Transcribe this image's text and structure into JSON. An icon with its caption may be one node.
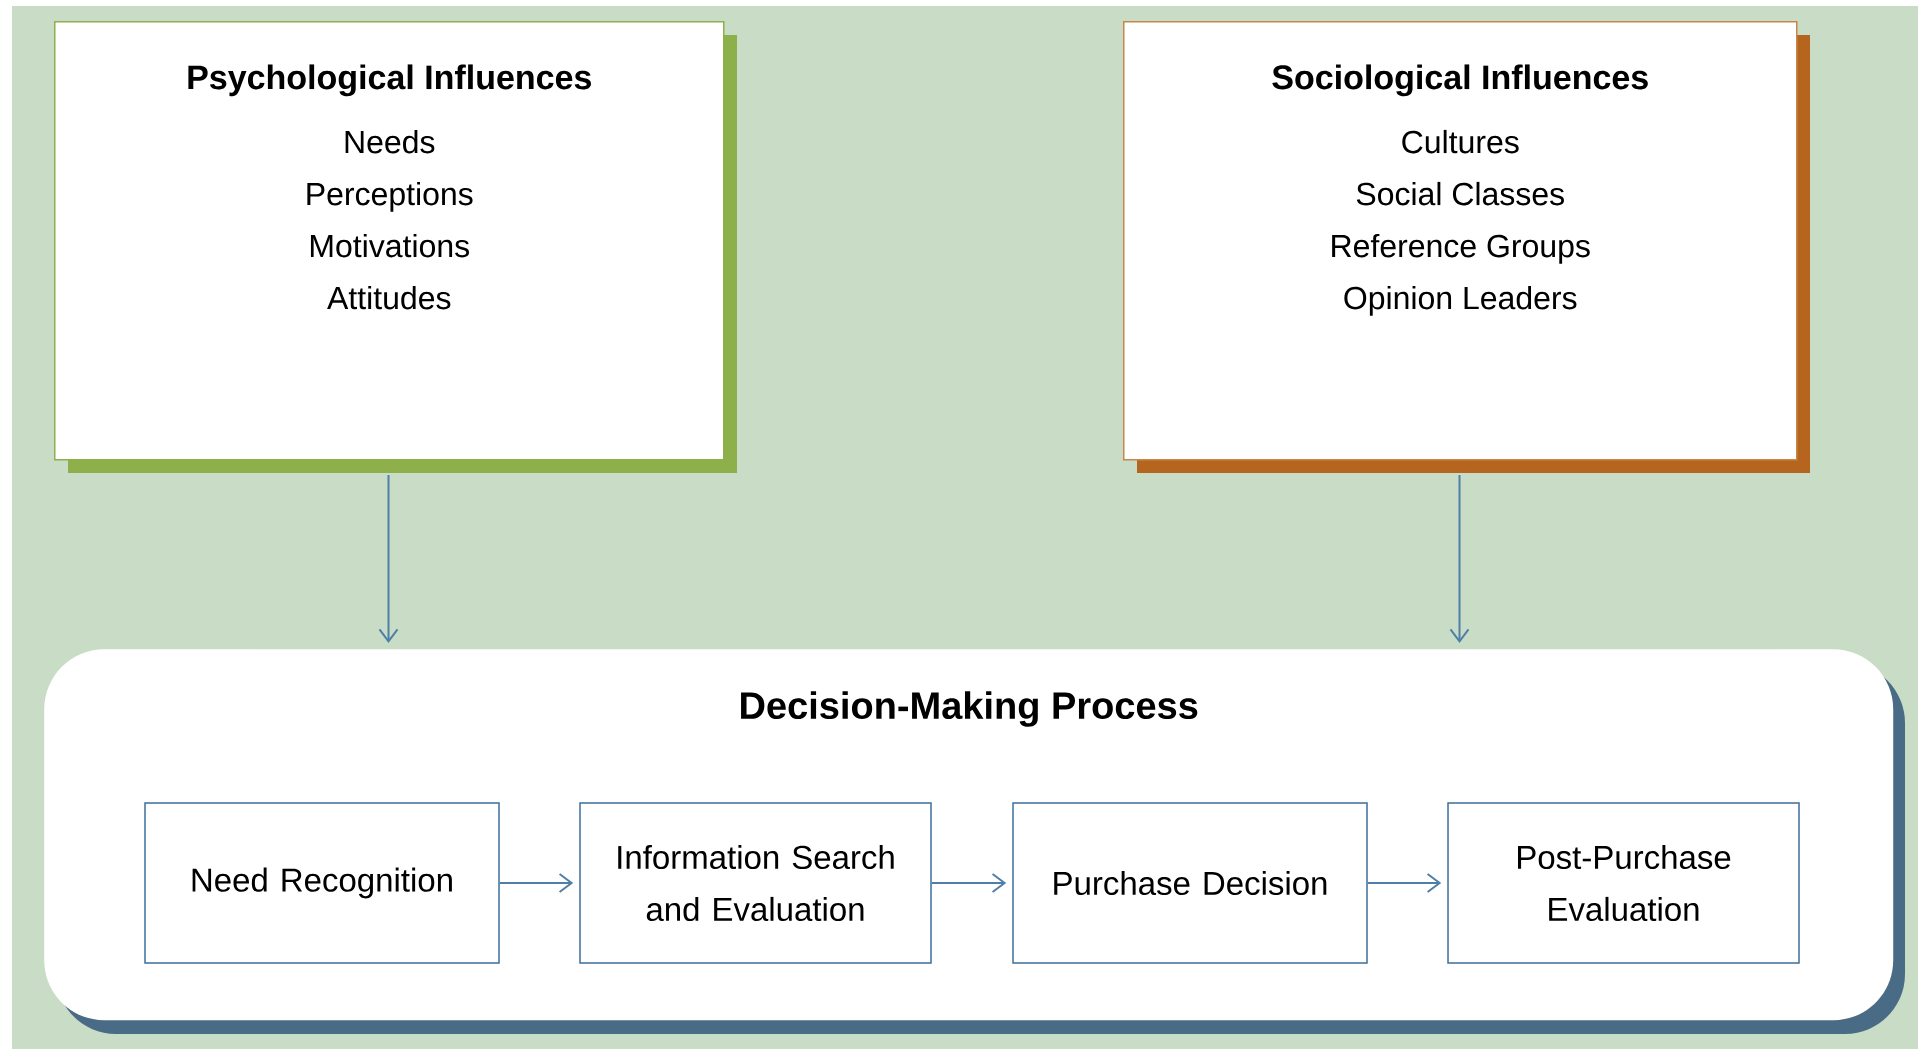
{
  "diagram": {
    "nodes": [
      {
        "text": [
          "Psychological Influences",
          "Needs",
          "Perceptions",
          "Motivations",
          "Attitudes"
        ]
      },
      {
        "text": [
          "Sociological Influences",
          "Cultures",
          "Social Classes",
          "Reference Groups",
          "Opinion Leaders"
        ]
      },
      {
        "text": [
          "Decision-Making Process"
        ]
      },
      {
        "text": [
          "Need Recognition"
        ],
        "in": 2
      },
      {
        "text": [
          "Information Search and Evaluation"
        ],
        "in": 2
      },
      {
        "text": [
          "Purchase Decision"
        ],
        "in": 2
      },
      {
        "text": [
          "Post-Purchase Evaluation"
        ],
        "in": 2
      }
    ],
    "edges": [
      {
        "from": 0,
        "to": 2,
        "arrow": "to"
      },
      {
        "from": 1,
        "to": 2,
        "arrow": "to"
      },
      {
        "from": 3,
        "to": 4,
        "arrow": "to"
      },
      {
        "from": 4,
        "to": 5,
        "arrow": "to"
      },
      {
        "from": 5,
        "to": 6,
        "arrow": "to"
      }
    ]
  }
}
